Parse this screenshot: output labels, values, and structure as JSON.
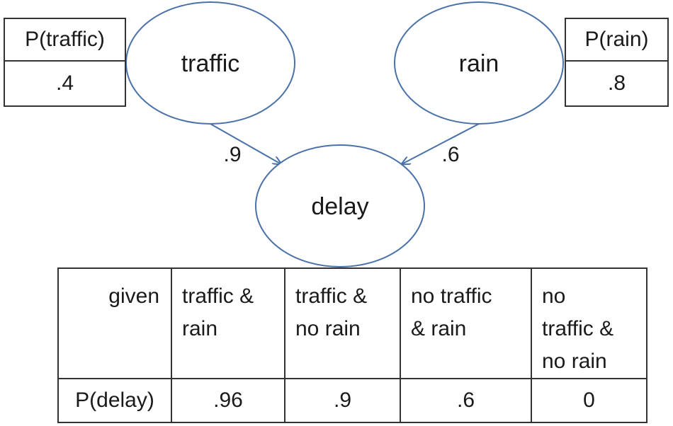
{
  "nodes": {
    "traffic": "traffic",
    "rain": "rain",
    "delay": "delay"
  },
  "edges": {
    "traffic_to_delay": ".9",
    "rain_to_delay": ".6"
  },
  "prior_traffic": {
    "header": "P(traffic)",
    "value": ".4"
  },
  "prior_rain": {
    "header": "P(rain)",
    "value": ".8"
  },
  "cpt": {
    "given_label": "given",
    "row_label": "P(delay)",
    "columns": [
      {
        "lines": [
          "traffic &",
          "rain"
        ],
        "value": ".96"
      },
      {
        "lines": [
          "traffic &",
          "no rain"
        ],
        "value": ".9"
      },
      {
        "lines": [
          "no traffic",
          "& rain"
        ],
        "value": ".6"
      },
      {
        "lines": [
          "no",
          "traffic &",
          "no rain"
        ],
        "value": "0"
      }
    ]
  },
  "colors": {
    "node_stroke": "#4a72a8",
    "table_border": "#333333"
  }
}
